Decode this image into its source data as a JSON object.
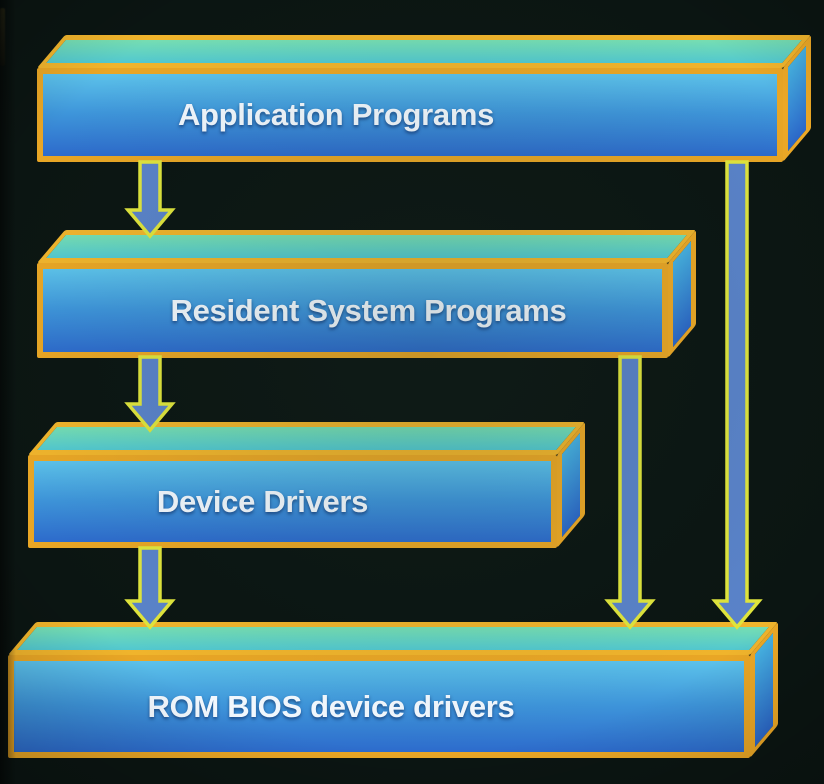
{
  "diagram": {
    "type": "layered-architecture",
    "background_color": "#0b1512",
    "colors": {
      "box_border": "#e9a625",
      "box_front_gradient_top": "#5cc2ea",
      "box_front_gradient_bottom": "#2d6bcc",
      "box_top_face_gradient_top": "#76deb2",
      "box_top_face_gradient_bottom": "#52c8d0",
      "arrow_fill": "#5a83ca",
      "arrow_outline": "#e0e53c",
      "label_text": "#f2f8fe"
    },
    "boxes": [
      {
        "id": "application-programs",
        "label": "Application Programs"
      },
      {
        "id": "resident-system-programs",
        "label": "Resident System Programs"
      },
      {
        "id": "device-drivers",
        "label": "Device Drivers"
      },
      {
        "id": "rom-bios-device-drivers",
        "label": "ROM BIOS device drivers"
      }
    ],
    "arrows": [
      {
        "from": "application-programs",
        "to": "resident-system-programs"
      },
      {
        "from": "resident-system-programs",
        "to": "device-drivers"
      },
      {
        "from": "device-drivers",
        "to": "rom-bios-device-drivers"
      },
      {
        "from": "resident-system-programs",
        "to": "rom-bios-device-drivers"
      },
      {
        "from": "application-programs",
        "to": "rom-bios-device-drivers"
      }
    ]
  }
}
